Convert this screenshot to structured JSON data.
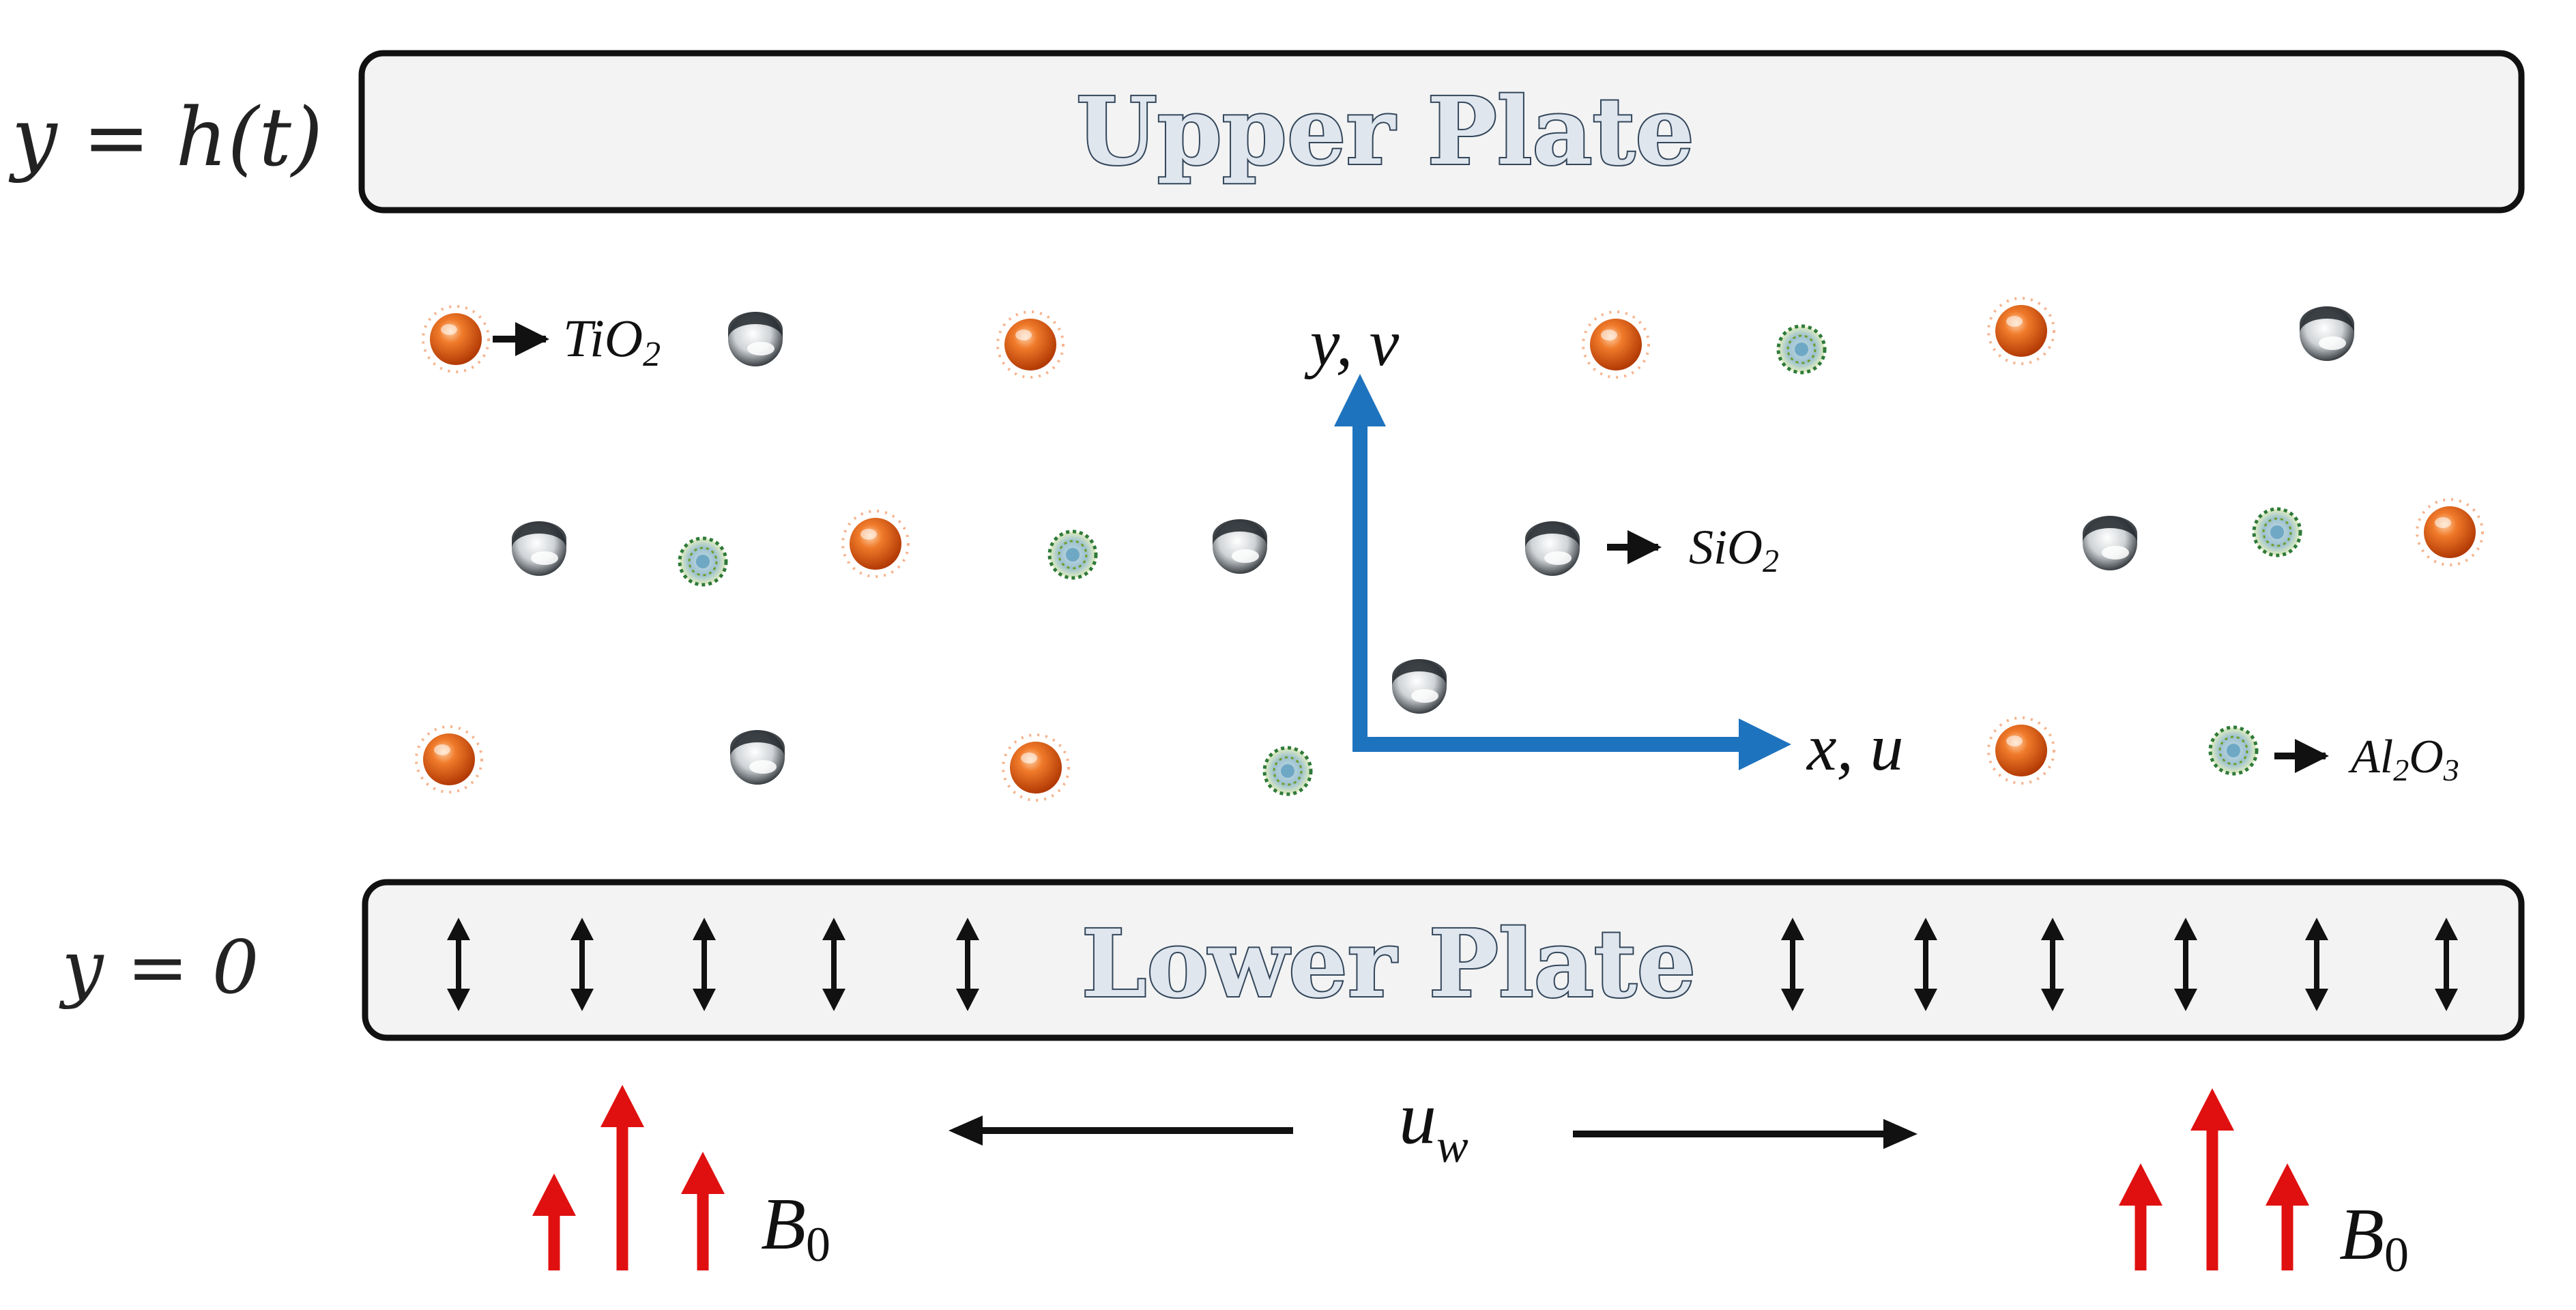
{
  "colors": {
    "axis": "#1e73be",
    "field_arrow": "#e01010",
    "tio2": "#e0580f",
    "plate_fill": "#f3f3f3",
    "plate_stroke": "#111111"
  },
  "upper_plate": {
    "boundary": "y = h(t)",
    "title": "Upper Plate"
  },
  "lower_plate": {
    "boundary": "y = 0",
    "title": "Lower Plate"
  },
  "axes": {
    "vertical": "y, v",
    "horizontal": "x, u"
  },
  "nanoparticles": {
    "tio2": {
      "base": "TiO",
      "sub": "2"
    },
    "sio2": {
      "base": "SiO",
      "sub": "2"
    },
    "al2o3": {
      "a": "Al",
      "a_sub": "2",
      "b": "O",
      "b_sub": "3"
    }
  },
  "wall_velocity": {
    "base": "u",
    "sub": "w"
  },
  "magnetic_field": {
    "base": "B",
    "sub": "0"
  }
}
